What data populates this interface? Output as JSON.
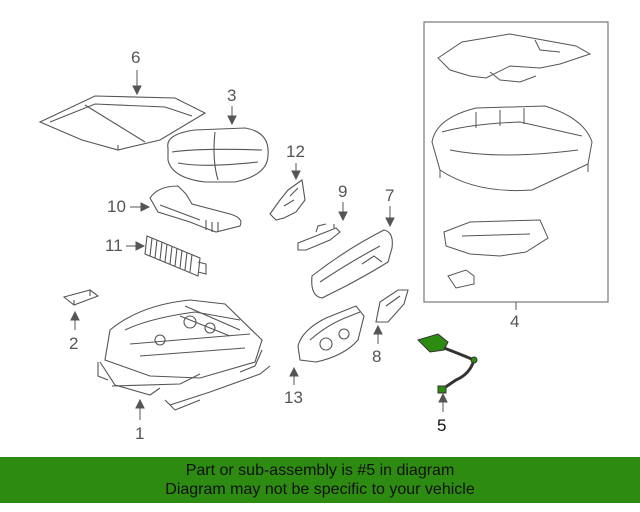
{
  "callouts": {
    "c1": "1",
    "c2": "2",
    "c3": "3",
    "c4": "4",
    "c5": "5",
    "c6": "6",
    "c7": "7",
    "c8": "8",
    "c9": "9",
    "c10": "10",
    "c11": "11",
    "c12": "12",
    "c13": "13"
  },
  "banner": {
    "line1": "Part or sub-assembly is #5 in diagram",
    "line2": "Diagram may not be specific to your vehicle"
  },
  "colors": {
    "line": "#555555",
    "highlight_part": "#2e8b12",
    "banner_bg": "#2e8b12"
  }
}
